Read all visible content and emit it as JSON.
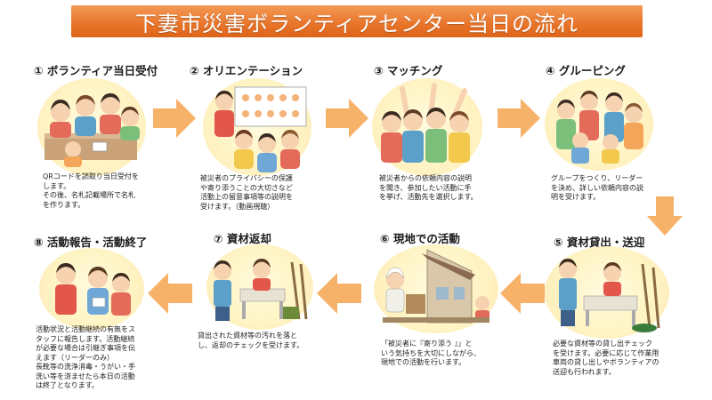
{
  "title": "下妻市災害ボランティアセンター当日の流れ",
  "colors": {
    "banner": "#e8742a",
    "arrow": "#f7b26a",
    "scene_bg": "#fff4c4"
  },
  "steps": [
    {
      "title": "① ボランティア当日受付",
      "desc": "QRコードを読取り当日受付を\nします。\nその後、名札記載場所で名札\nを作ります。"
    },
    {
      "title": "② オリエンテーション",
      "desc": "被災者のプライバシーの保護\nや寄り添うことの大切さなど\n活動上の留意事項等の説明を\n受けます。（動画視聴）"
    },
    {
      "title": "③ マッチング",
      "desc": "被災者からの依頼内容の説明\nを聞き、参加したい活動に手\nを挙げ、活動先を選択します。"
    },
    {
      "title": "④ グルーピング",
      "desc": "グループをつくり、リーダー\nを決め、詳しい依頼内容の説\n明を受けます。"
    },
    {
      "title": "⑤ 資材貸出・送迎",
      "desc": "必要な資材等の貸し出チェック\nを受けます。必要に応じて作業用\n車両の貸し出しやボランティアの\n送迎も行われます。"
    },
    {
      "title": "⑥ 現地での活動",
      "desc": "「被災者に『寄り添う 』」と\nいう気持ちを大切にしながら、\n現地での活動を行います。"
    },
    {
      "title": "⑦ 資材返却",
      "desc": "貸出された資材等の汚れを落と\nし、返却のチェックを受けます。"
    },
    {
      "title": "⑧ 活動報告・活動終了",
      "desc": "活動状況と活動継続の有無をス\nタッフに報告します。活動継続\nが必要な場合は引継ぎ事項を伝\nえます（リーダーのみ）\n長靴等の洗浄消毒・うがい・手\n洗い等を済ませたら本日の活動\nは終了となります。"
    }
  ]
}
